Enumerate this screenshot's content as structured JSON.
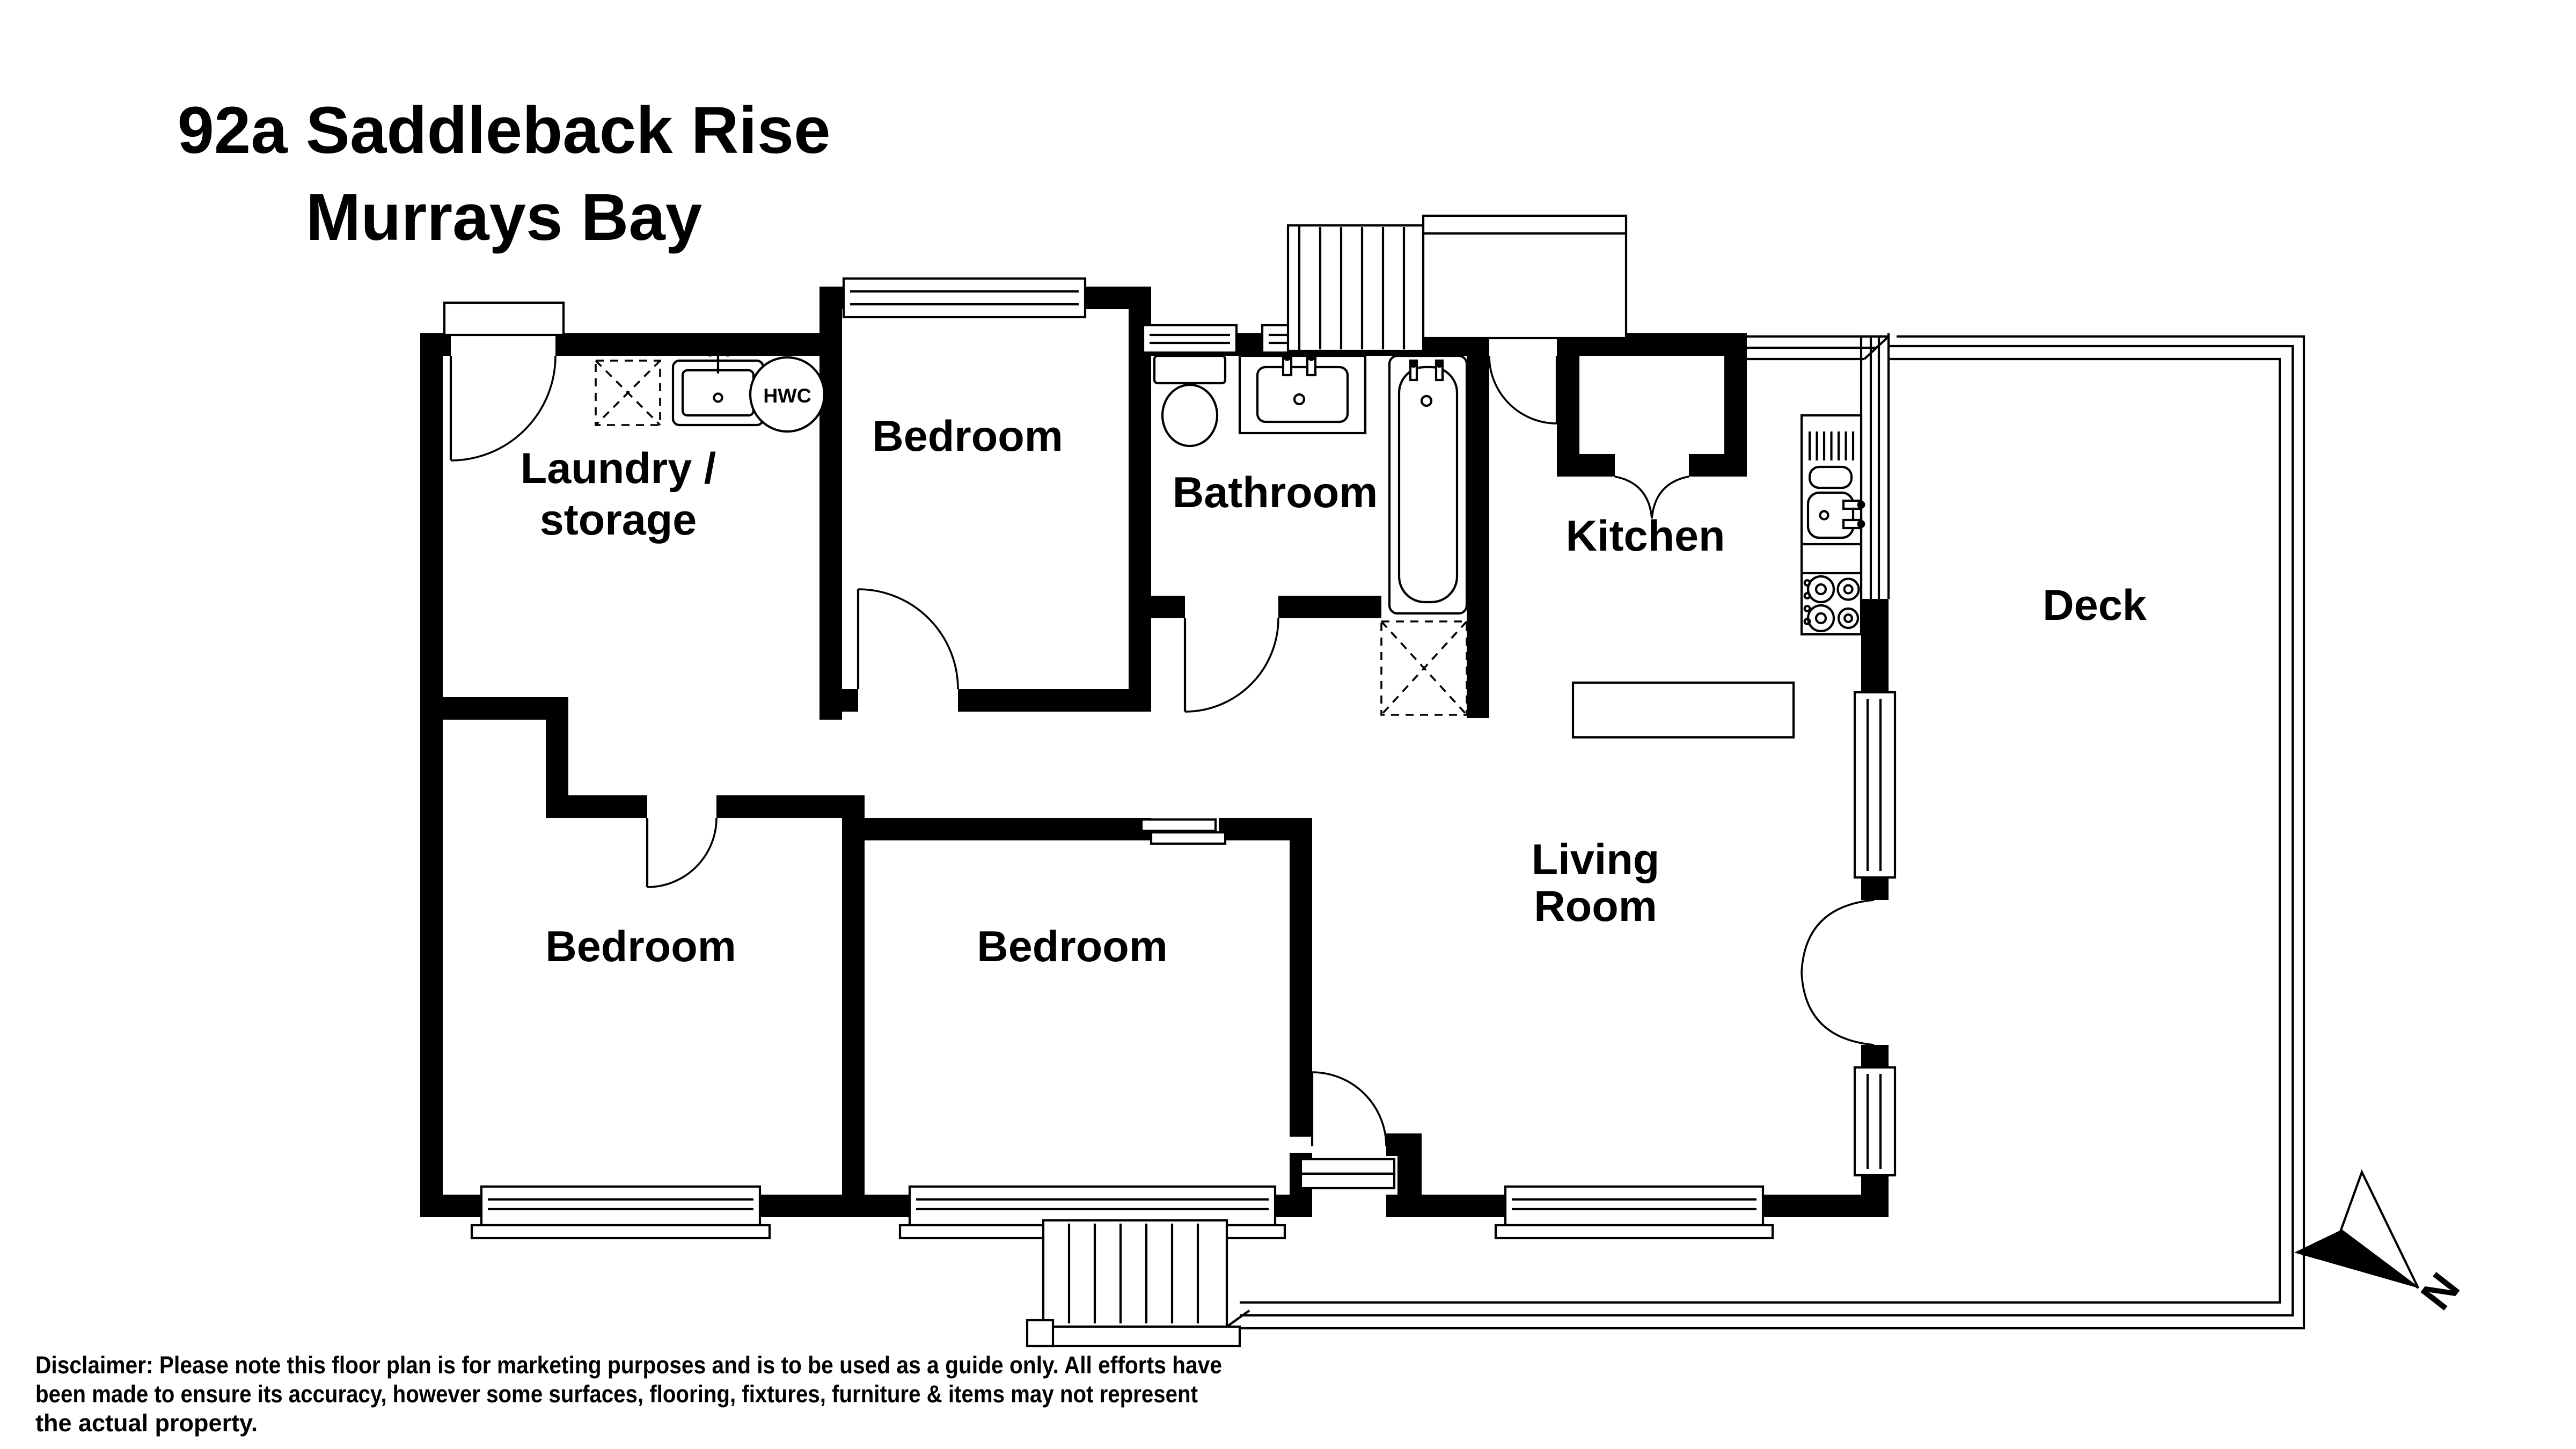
{
  "colors": {
    "wall": "#000000",
    "background": "#ffffff",
    "line": "#000000"
  },
  "title": {
    "line1": "92a Saddleback Rise",
    "line2": "Murrays Bay"
  },
  "rooms": {
    "laundry": {
      "line1": "Laundry /",
      "line2": "storage"
    },
    "bedroom_top": {
      "label": "Bedroom"
    },
    "bathroom": {
      "label": "Bathroom"
    },
    "kitchen": {
      "label": "Kitchen"
    },
    "deck": {
      "label": "Deck"
    },
    "living_room": {
      "line1": "Living",
      "line2": "Room"
    },
    "bedroom_bottom_left": {
      "label": "Bedroom"
    },
    "bedroom_bottom_middle": {
      "label": "Bedroom"
    }
  },
  "fixtures": {
    "hot_water_cylinder": "HWC"
  },
  "compass": {
    "north": "N"
  },
  "disclaimer": {
    "line1": "Disclaimer: Please note this floor plan is for marketing purposes and is to be used as a guide only. All efforts have",
    "line2": "been made to ensure its accuracy, however some surfaces, flooring, fixtures, furniture & items may not represent",
    "line3": "the actual property."
  }
}
